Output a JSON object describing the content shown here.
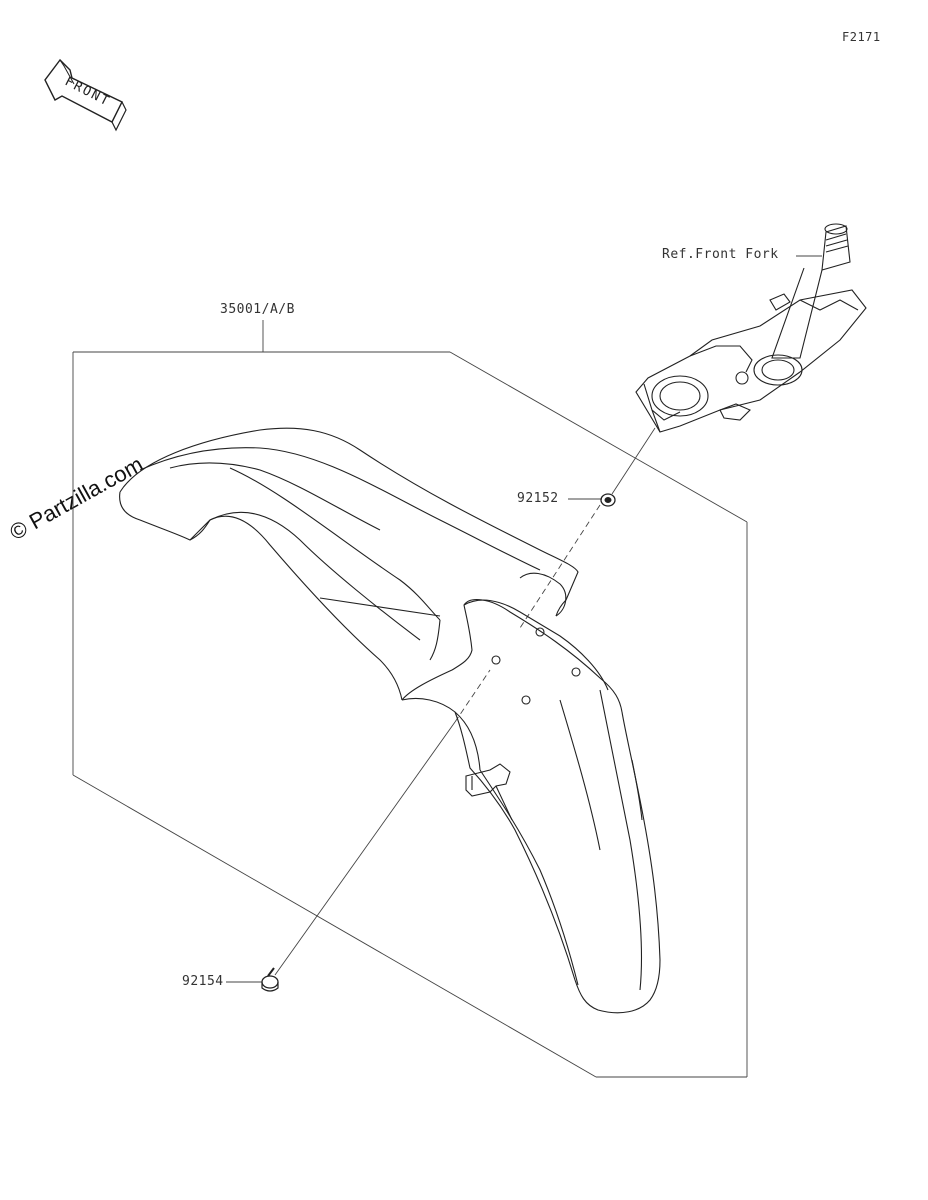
{
  "figure_code": "F2171",
  "front_badge": "FRONT",
  "watermark": "© Partzilla.com",
  "callouts": {
    "fender": "35001/A/B",
    "washer": "92152",
    "bolt": "92154",
    "fork_ref": "Ref.Front Fork"
  }
}
